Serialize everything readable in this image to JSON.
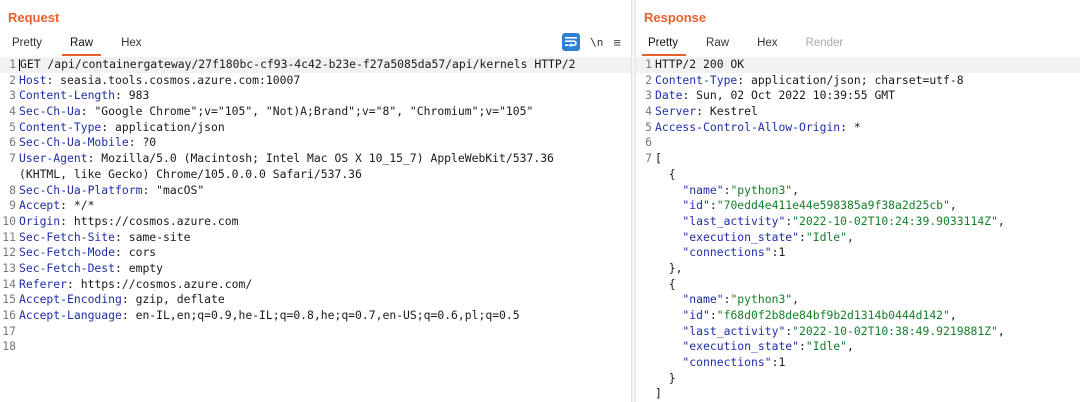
{
  "request": {
    "title": "Request",
    "tabs": [
      "Pretty",
      "Raw",
      "Hex"
    ],
    "active_tab": "Raw",
    "tools": {
      "newline_label": "\\n",
      "menu_label": "≡"
    },
    "lines": [
      [
        {
          "t": "GET /api/containergateway/27f180bc-cf93-4c42-b23e-f27a5085da57/api/kernels HTTP/2",
          "c": "hs"
        }
      ],
      [
        {
          "t": "Host",
          "c": "hk"
        },
        {
          "t": ": seasia.tools.cosmos.azure.com:10007",
          "c": "hs"
        }
      ],
      [
        {
          "t": "Content-Length",
          "c": "hk"
        },
        {
          "t": ": 983",
          "c": "hs"
        }
      ],
      [
        {
          "t": "Sec-Ch-Ua",
          "c": "hk"
        },
        {
          "t": ": \"Google Chrome\";v=\"105\", \"Not)A;Brand\";v=\"8\", \"Chromium\";v=\"105\"",
          "c": "hs"
        }
      ],
      [
        {
          "t": "Content-Type",
          "c": "hk"
        },
        {
          "t": ": application/json",
          "c": "hs"
        }
      ],
      [
        {
          "t": "Sec-Ch-Ua-Mobile",
          "c": "hk"
        },
        {
          "t": ": ?0",
          "c": "hs"
        }
      ],
      [
        {
          "t": "User-Agent",
          "c": "hk"
        },
        {
          "t": ": Mozilla/5.0 (Macintosh; Intel Mac OS X 10_15_7) AppleWebKit/537.36",
          "c": "hs"
        }
      ],
      [
        {
          "t": "(KHTML, like Gecko) Chrome/105.0.0.0 Safari/537.36",
          "c": "hs"
        }
      ],
      [
        {
          "t": "Sec-Ch-Ua-Platform",
          "c": "hk"
        },
        {
          "t": ": \"macOS\"",
          "c": "hs"
        }
      ],
      [
        {
          "t": "Accept",
          "c": "hk"
        },
        {
          "t": ": */*",
          "c": "hs"
        }
      ],
      [
        {
          "t": "Origin",
          "c": "hk"
        },
        {
          "t": ": https://cosmos.azure.com",
          "c": "hs"
        }
      ],
      [
        {
          "t": "Sec-Fetch-Site",
          "c": "hk"
        },
        {
          "t": ": same-site",
          "c": "hs"
        }
      ],
      [
        {
          "t": "Sec-Fetch-Mode",
          "c": "hk"
        },
        {
          "t": ": cors",
          "c": "hs"
        }
      ],
      [
        {
          "t": "Sec-Fetch-Dest",
          "c": "hk"
        },
        {
          "t": ": empty",
          "c": "hs"
        }
      ],
      [
        {
          "t": "Referer",
          "c": "hk"
        },
        {
          "t": ": https://cosmos.azure.com/",
          "c": "hs"
        }
      ],
      [
        {
          "t": "Accept-Encoding",
          "c": "hk"
        },
        {
          "t": ": gzip, deflate",
          "c": "hs"
        }
      ],
      [
        {
          "t": "Accept-Language",
          "c": "hk"
        },
        {
          "t": ": en-IL,en;q=0.9,he-IL;q=0.8,he;q=0.7,en-US;q=0.6,pl;q=0.5",
          "c": "hs"
        }
      ],
      [],
      []
    ],
    "gutter": [
      "1",
      "2",
      "3",
      "4",
      "5",
      "6",
      "7",
      "",
      "8",
      "9",
      "10",
      "11",
      "12",
      "13",
      "14",
      "15",
      "16",
      "17",
      "18"
    ]
  },
  "response": {
    "title": "Response",
    "tabs": [
      "Pretty",
      "Raw",
      "Hex",
      "Render"
    ],
    "active_tab": "Pretty",
    "lines": [
      [
        {
          "t": "HTTP/2 200 OK",
          "c": "hs"
        }
      ],
      [
        {
          "t": "Content-Type",
          "c": "hk"
        },
        {
          "t": ": application/json; charset=utf-8",
          "c": "hs"
        }
      ],
      [
        {
          "t": "Date",
          "c": "hk"
        },
        {
          "t": ": Sun, 02 Oct 2022 10:39:55 GMT",
          "c": "hs"
        }
      ],
      [
        {
          "t": "Server",
          "c": "hk"
        },
        {
          "t": ": Kestrel",
          "c": "hs"
        }
      ],
      [
        {
          "t": "Access-Control-Allow-Origin",
          "c": "hk"
        },
        {
          "t": ": *",
          "c": "hs"
        }
      ],
      [],
      [
        {
          "t": "[",
          "c": "jp"
        }
      ],
      [
        {
          "t": "  {",
          "c": "jp"
        }
      ],
      [
        {
          "t": "    \"name\"",
          "c": "jk"
        },
        {
          "t": ":",
          "c": "jp"
        },
        {
          "t": "\"python3\"",
          "c": "jv"
        },
        {
          "t": ",",
          "c": "jp"
        }
      ],
      [
        {
          "t": "    \"id\"",
          "c": "jk"
        },
        {
          "t": ":",
          "c": "jp"
        },
        {
          "t": "\"70edd4e411e44e598385a9f38a2d25cb\"",
          "c": "jv"
        },
        {
          "t": ",",
          "c": "jp"
        }
      ],
      [
        {
          "t": "    \"last_activity\"",
          "c": "jk"
        },
        {
          "t": ":",
          "c": "jp"
        },
        {
          "t": "\"2022-10-02T10:24:39.9033114Z\"",
          "c": "jv"
        },
        {
          "t": ",",
          "c": "jp"
        }
      ],
      [
        {
          "t": "    \"execution_state\"",
          "c": "jk"
        },
        {
          "t": ":",
          "c": "jp"
        },
        {
          "t": "\"Idle\"",
          "c": "jv"
        },
        {
          "t": ",",
          "c": "jp"
        }
      ],
      [
        {
          "t": "    \"connections\"",
          "c": "jk"
        },
        {
          "t": ":1",
          "c": "jp"
        }
      ],
      [
        {
          "t": "  },",
          "c": "jp"
        }
      ],
      [
        {
          "t": "  {",
          "c": "jp"
        }
      ],
      [
        {
          "t": "    \"name\"",
          "c": "jk"
        },
        {
          "t": ":",
          "c": "jp"
        },
        {
          "t": "\"python3\"",
          "c": "jv"
        },
        {
          "t": ",",
          "c": "jp"
        }
      ],
      [
        {
          "t": "    \"id\"",
          "c": "jk"
        },
        {
          "t": ":",
          "c": "jp"
        },
        {
          "t": "\"f68d0f2b8de84bf9b2d1314b0444d142\"",
          "c": "jv"
        },
        {
          "t": ",",
          "c": "jp"
        }
      ],
      [
        {
          "t": "    \"last_activity\"",
          "c": "jk"
        },
        {
          "t": ":",
          "c": "jp"
        },
        {
          "t": "\"2022-10-02T10:38:49.9219881Z\"",
          "c": "jv"
        },
        {
          "t": ",",
          "c": "jp"
        }
      ],
      [
        {
          "t": "    \"execution_state\"",
          "c": "jk"
        },
        {
          "t": ":",
          "c": "jp"
        },
        {
          "t": "\"Idle\"",
          "c": "jv"
        },
        {
          "t": ",",
          "c": "jp"
        }
      ],
      [
        {
          "t": "    \"connections\"",
          "c": "jk"
        },
        {
          "t": ":1",
          "c": "jp"
        }
      ],
      [
        {
          "t": "  }",
          "c": "jp"
        }
      ],
      [
        {
          "t": "]",
          "c": "jp"
        }
      ]
    ],
    "gutter": [
      "1",
      "2",
      "3",
      "4",
      "5",
      "6",
      "7",
      "",
      "",
      "",
      "",
      "",
      "",
      "",
      "",
      "",
      "",
      "",
      "",
      "",
      "",
      ""
    ]
  },
  "colors": {
    "accent": "#e8612c",
    "header_key": "#1f2fa6",
    "json_value": "#15802a",
    "tool_active": "#2f7fd8"
  }
}
